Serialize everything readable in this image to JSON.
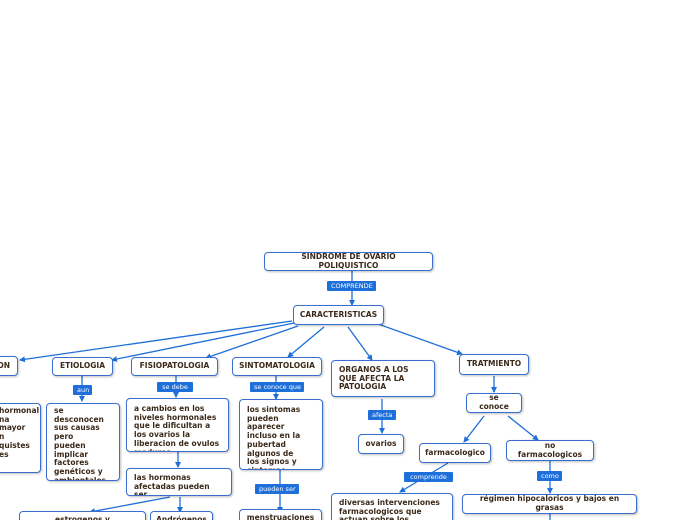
{
  "nodes": {
    "root": "SÍNDROME DE OVARIO POLIQUISTICO",
    "caracteristicas": "CARACTERISTICAS",
    "left_cut": "ON",
    "etiologia": "ETIOLOGIA",
    "fisiopatologia": "FISIOPATOLOGIA",
    "sintomatologia": "SINTOMATOLOGIA",
    "organos": "ORGANOS A LOS QUE AFECTA LA PATOLOGIA",
    "tratamiento": "TRATMIENTO",
    "left_text": "hormonal\nna\nmayor\nn\nquistes\nes",
    "desconocen": "se desconocen sus causas pero pueden implicar factores genéticos y ambientales",
    "cambios": "a cambios en los niveles hormonales que le dificultan a los ovarios la liberacion de ovulos maduros.",
    "sintomas": "los sintomas pueden aparecer incluso en la pubertad algunos de los signos y sintomas",
    "ovarios": "ovarios",
    "se_conoce": "se conoce",
    "farmacologico": "farmacologico",
    "no_farmacologicos": "no farmacologicos",
    "hormonas": "las hormonas afectadas pueden ser",
    "intervenciones": "diversas intervenciones farmacologicos que actuan sobre los",
    "regimen": "régimen hipocaloricos y bajos en grasas",
    "estrogenos": "estrogenos y progesterona",
    "andrógenos": "Andrógenos",
    "menstruaciones": "menstruaciones"
  },
  "labels": {
    "comprende": "COMPRENDE",
    "aun": "aun",
    "se_debe": "se debe",
    "se_conoce_que": "se conoce que",
    "afecta": "afecta",
    "comprende2": "comprende",
    "como": "como",
    "pueden_ser": "pueden ser"
  },
  "colors": {
    "border": "#3a6fd0",
    "link": "#1e6fd9",
    "tag_bg": "#1e6fd9",
    "text": "#3b2a1a"
  }
}
